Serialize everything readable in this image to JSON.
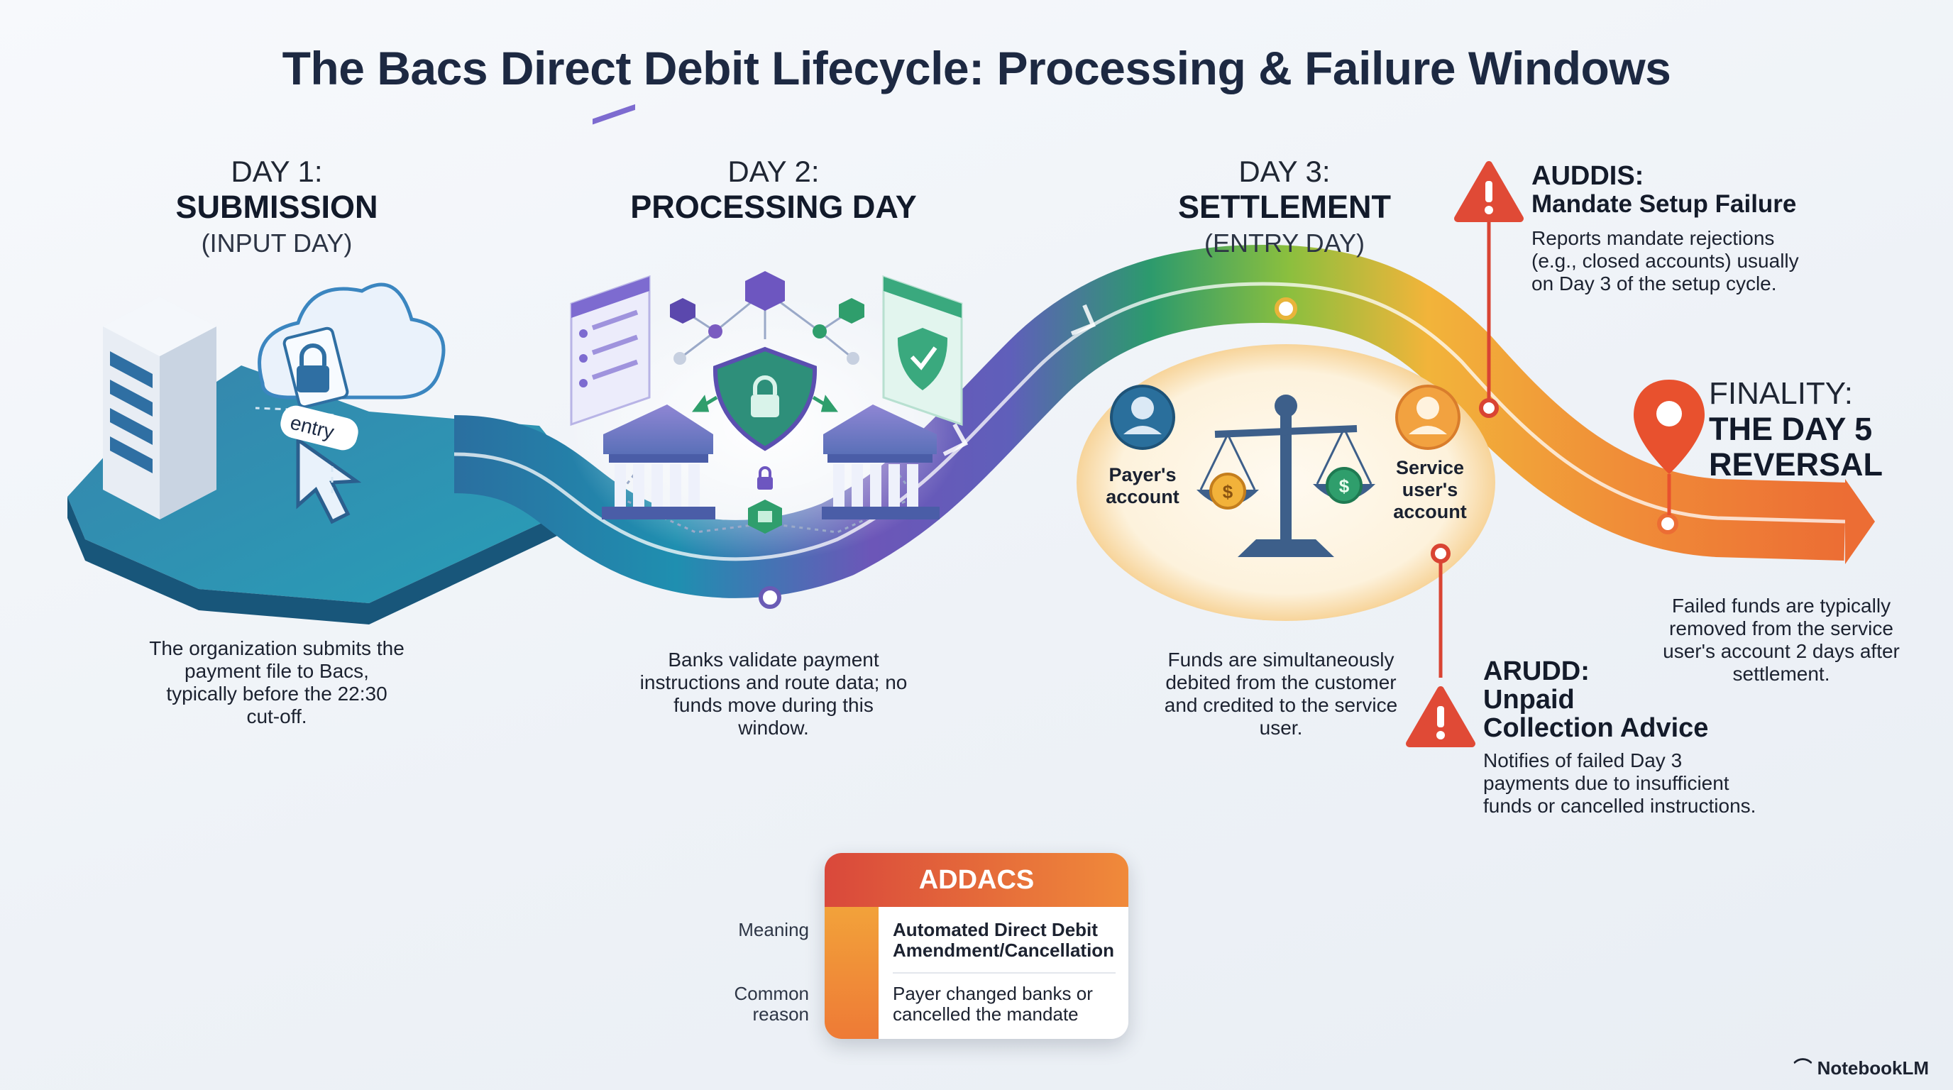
{
  "title": "The Bacs Direct Debit Lifecycle: Processing & Failure Windows",
  "stages": [
    {
      "day": "DAY 1:",
      "name": "SUBMISSION",
      "sub": "(INPUT DAY)",
      "desc": "The organization submits the payment file to Bacs, typically before the 22:30 cut-off."
    },
    {
      "day": "DAY 2:",
      "name": "PROCESSING DAY",
      "sub": "",
      "desc": "Banks validate payment instructions and route data; no funds move during this window."
    },
    {
      "day": "DAY 3:",
      "name": "SETTLEMENT",
      "sub": "(ENTRY DAY)",
      "desc": "Funds are simultaneously debited from the customer and credited to the service user."
    }
  ],
  "illustration": {
    "entry_label": "entry",
    "payer_account": "Payer's account",
    "service_account": "Service user's account",
    "coin_symbol": "$"
  },
  "alerts": {
    "auddis": {
      "title": "AUDDIS:",
      "subtitle": "Mandate Setup Failure",
      "body": "Reports mandate rejections (e.g., closed accounts) usually on Day 3 of the setup cycle."
    },
    "arudd": {
      "title": "ARUDD:",
      "subtitle": "Unpaid Collection Advice",
      "body": "Notifies of failed Day 3 payments due to insufficient funds or cancelled instructions."
    }
  },
  "finality": {
    "line1": "FINALITY:",
    "line2": "THE DAY 5",
    "line3": "REVERSAL",
    "desc": "Failed funds are typically removed from the service user's account 2 days after settlement."
  },
  "addacs": {
    "header": "ADDACS",
    "rows": [
      {
        "label": "Meaning",
        "value": "Automated Direct Debit Amendment/Cancellation",
        "icon": "document-edit-icon"
      },
      {
        "label": "Common reason",
        "value": "Payer changed banks or cancelled the mandate",
        "icon": "swap-arrows-icon"
      }
    ]
  },
  "brand": "NotebookLM",
  "colors": {
    "teal": "#1f7fa6",
    "purple": "#6a5bb5",
    "green": "#2f9e6c",
    "yellow": "#f2b23a",
    "orange": "#ee7a36",
    "red": "#d94433"
  }
}
